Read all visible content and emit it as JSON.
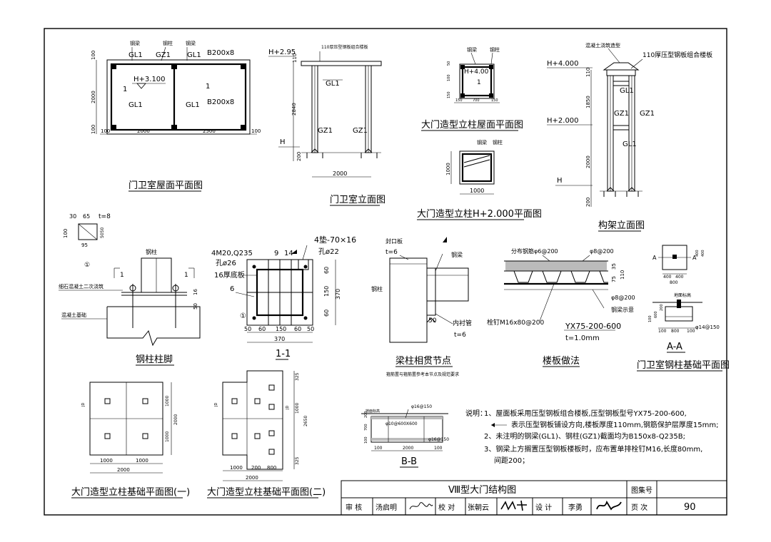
{
  "roof_plan": {
    "title": "门卫室屋面平面图",
    "tag_beam": "钢梁",
    "tag_col": "钢柱",
    "beam_a": "GL1",
    "col_a": "GZ1",
    "beam_b": "GL1",
    "sec_top": "B200x8",
    "elev": "H+3.100",
    "slope_a": "1",
    "slope_b": "1",
    "beam_c": "GL1",
    "beam_d": "GL1",
    "sec_mid": "B200x8",
    "dim_100a": "100",
    "dim_2000v": "2000",
    "dim_100b": "100",
    "dim_100c": "100",
    "dim_2000h": "2000",
    "dim_2500h": "2500",
    "dim_100d": "100"
  },
  "guard_elev": {
    "title": "门卫室立面图",
    "note": "110厚压型钢板组合楼板",
    "elev_top": "H+2.95",
    "dim_110": "110",
    "beam": "GL1",
    "dim_2840": "2840",
    "col_a": "GZ1",
    "col_b": "GZ1",
    "base": "H",
    "dim_200": "200",
    "dim_2000": "2000"
  },
  "gate_roof": {
    "title": "大门造型立柱屋面平面图",
    "tag_beam": "钢梁",
    "tag_col": "钢柱",
    "elev": "H+4.00",
    "slope": "1",
    "dim_150a": "150",
    "dim_700": "700",
    "dim_150b": "150",
    "dim_50": "50",
    "dim_100": "100",
    "dim_150c": "150"
  },
  "gate_2000": {
    "title": "大门造型立柱H+2.000平面图",
    "tag_beam": "钢梁",
    "tag_col": "钢柱",
    "dim_1000v": "1000",
    "dim_1000h": "1000"
  },
  "frame_elev": {
    "title": "构架立面图",
    "note_top": "混凝土浇筑造型",
    "note_right": "110厚压型钢板组合楼板",
    "elev_4000": "H+4.000",
    "dim_110": "110",
    "beam_a": "GL1",
    "dim_1850": "1850",
    "col_a": "GZ1",
    "col_b": "GZ1",
    "elev_2000": "H+2.000",
    "beam_b": "GL1",
    "dim_2000": "2000",
    "base": "H",
    "dim_200": "200"
  },
  "col_foot": {
    "title": "钢柱柱脚",
    "dim_30": "30",
    "dim_65": "65",
    "t8": "t=8",
    "dim_100": "100",
    "dim_5050": "5050",
    "dim_95": "95",
    "circle": "①",
    "col_label": "钢柱",
    "sec_a": "1",
    "sec_b": "1",
    "grout": "细石混凝土二次浇筑",
    "dim_16": "16",
    "dim_50": "50",
    "base": "混凝土基础"
  },
  "sec11": {
    "title": "1-1",
    "bolt": "4M20,Q235",
    "hole26": "孔ø26",
    "plate16": "16厚底板",
    "d9": "9",
    "d14": "14",
    "washer": "4垫-70×16",
    "hole22": "孔ø22",
    "d6": "6",
    "circle": "①",
    "dim_60a": "60",
    "dim_150v": "150",
    "dim_370v": "370",
    "dim_60b": "60",
    "dim_50": "50",
    "dim_60c": "60",
    "dim_150h": "150",
    "dim_60d": "60",
    "dim_50b": "50",
    "dim_370h": "370"
  },
  "beam_joint": {
    "title": "梁柱相贯节点",
    "subtitle": "箍筋置与箍筋置参考本节点及规范要求",
    "seal": "封口板",
    "t6a": "t=6",
    "beam": "钢梁",
    "col": "钢柱",
    "dim_50": "50",
    "liner": "内衬管",
    "t6b": "t=6"
  },
  "slab": {
    "title": "楼板做法",
    "rebar_dist": "分布钢筋φ6@200",
    "rebar8a": "φ8@200",
    "d_75": "75",
    "d_35": "35",
    "d_110": "110",
    "rebar8b": "φ8@200",
    "beam_show": "钢梁示意",
    "stud": "栓钉M16x80@200",
    "deck": "YX75-200-600",
    "thick": "t=1.0mm"
  },
  "guard_found": {
    "title": "门卫室钢柱基础平面图",
    "aa": "A-A",
    "a_l": "A",
    "a_r": "A",
    "d400a": "400",
    "d400b": "400",
    "d400c": "400",
    "d400d": "400",
    "d800": "800",
    "grade": "地面标高",
    "d100": "100",
    "d600": "600",
    "d200": "200",
    "d100b": "100",
    "d800b": "800",
    "d100c": "100",
    "rebar": "φ14@150"
  },
  "gf1": {
    "title": "大门造型立柱基础平面图(一)",
    "d1000a": "1000",
    "d1000b": "1000",
    "d2000v": "2000",
    "d1000c": "1000",
    "d1000d": "1000",
    "d2000h": "2000",
    "jl": "JD"
  },
  "gf2": {
    "title": "大门造型立柱基础平面图(二)",
    "d325a": "325",
    "d1000v": "1000",
    "d2650": "2650",
    "d325b": "325",
    "d1000": "1000",
    "d200": "200",
    "d800": "800",
    "d2000": "2000",
    "jl": "JD"
  },
  "bb": {
    "title": "B-B",
    "grade": "地面标高",
    "rebar_top": "φ16@150",
    "rebar_mid": "φ10@600X600",
    "rebar_bot": "φ16@150",
    "d200a": "200",
    "d700": "700",
    "d100": "100",
    "d100b": "100",
    "d2000": "2000",
    "d100c": "100"
  },
  "notes": {
    "lead": "说明：",
    "n1": "1、屋面板采用压型钢板组合楼板,压型钢板型号YX75-200-600,",
    "n1b": "表示压型钢板铺设方向,楼板厚度110mm,钢筋保护层厚度15mm;",
    "n2": "2、未注明的钢梁(GL1)、钢柱(GZ1)截面均为B150x8-Q235B;",
    "n3": "3、钢梁上方搁置压型钢板楼板时，应布置单排栓钉M16,长度80mm,",
    "n3b": "间距200；"
  },
  "titleblock": {
    "drawing_title": "Ⅷ型大门结构图",
    "atlas_label": "图集号",
    "review_label": "审  核",
    "reviewer": "汤启明",
    "check_label": "校  对",
    "checker": "张朝云",
    "design_label": "设  计",
    "designer": "李勇",
    "page_label": "页  次",
    "page_no": "90"
  }
}
